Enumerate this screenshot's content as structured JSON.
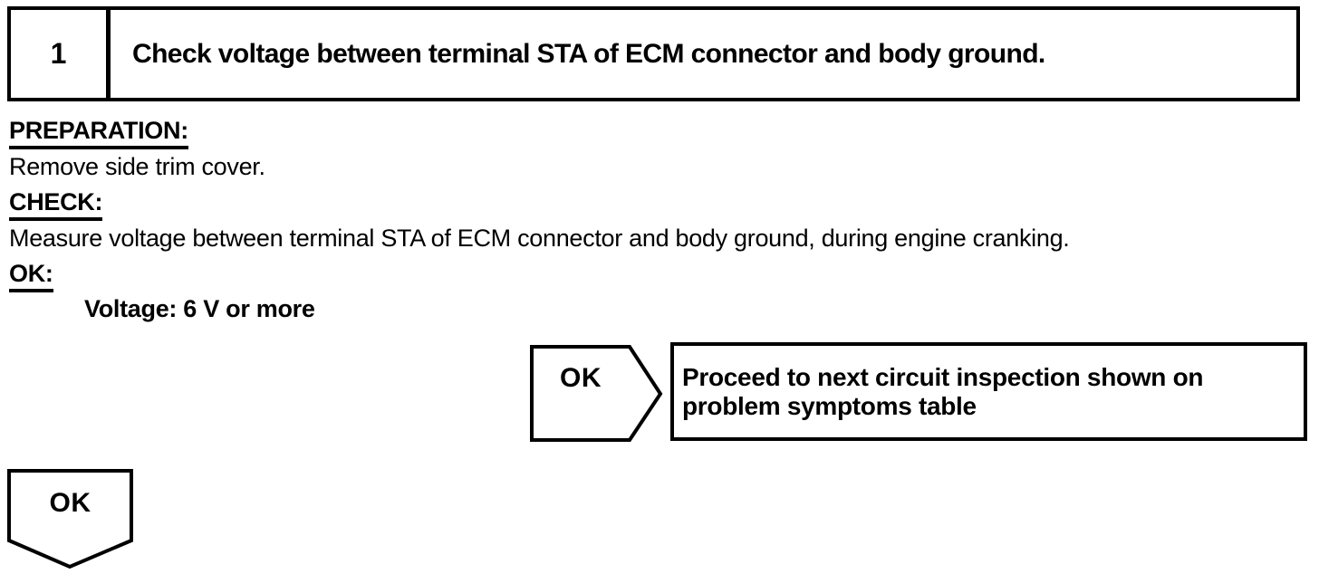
{
  "step": {
    "number": "1",
    "title": "Check voltage between terminal STA of ECM connector and body ground."
  },
  "sections": {
    "preparation": {
      "label": "PREPARATION:",
      "text": "Remove side trim cover."
    },
    "check": {
      "label": "CHECK:",
      "text": "Measure voltage between terminal STA of ECM connector and body ground, during engine cranking."
    },
    "ok": {
      "label": "OK:",
      "spec": "Voltage: 6 V or more"
    }
  },
  "flow": {
    "ok_branch": {
      "connector_label": "OK",
      "action_lines": [
        "Proceed to next circuit inspection shown on",
        "problem symptoms table"
      ]
    },
    "continue_marker": {
      "label": "OK"
    }
  },
  "colors": {
    "ink": "#000000",
    "paper": "#ffffff"
  }
}
